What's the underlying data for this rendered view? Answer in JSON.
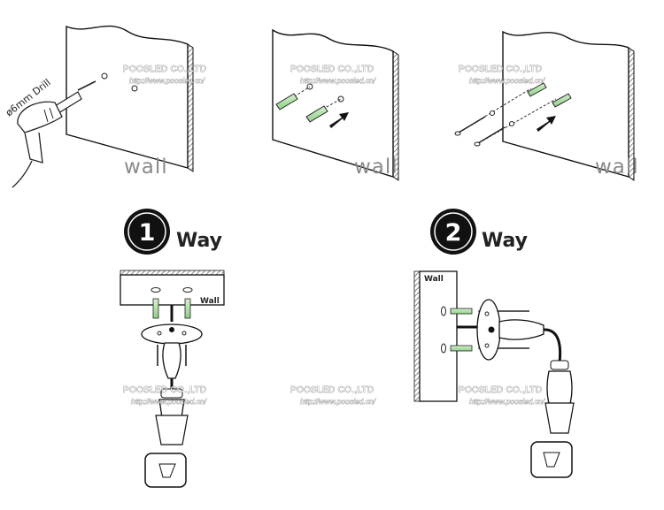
{
  "panels": {
    "drill": {
      "wall_label": "wall",
      "drill_label": "ø6mm Drill"
    },
    "anchor": {
      "wall_label": "wall"
    },
    "screw": {
      "wall_label": "wall"
    }
  },
  "way1": {
    "number": "1",
    "label": "Way",
    "wall_label": "Wall"
  },
  "way2": {
    "number": "2",
    "label": "Way",
    "wall_label": "Wall"
  },
  "watermark": {
    "company": "POOSLED CO.,LTD",
    "url": "http://www.poosled.cn/"
  },
  "colors": {
    "anchor_green": "#a9d9a0",
    "line": "#222222",
    "wall_text": "#8a8a8a"
  }
}
